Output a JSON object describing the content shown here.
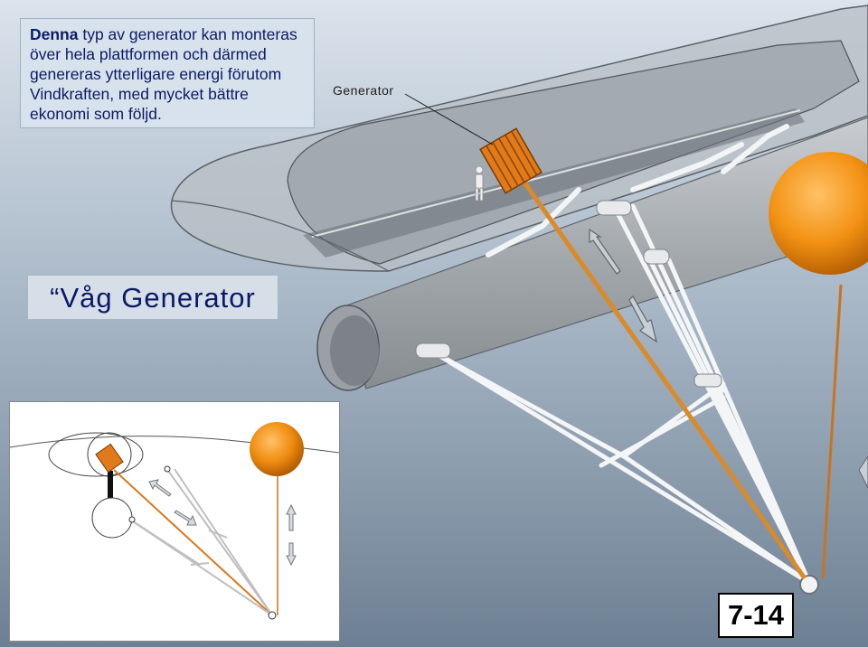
{
  "info_text": {
    "lead": "Denna",
    "rest": " typ av generator kan monteras över hela plattformen och därmed genereras ytterligare energi förutom Vindkraften, med mycket bättre ekonomi som följd."
  },
  "title": "“Våg Generator",
  "generator_label": "Generator",
  "page_number": "7-14",
  "colors": {
    "background_top": "#d7e0ea",
    "background_bottom": "#6f8294",
    "float_orange": "#f08c10",
    "generator_orange": "#d9781e",
    "text_navy": "#0b1a66"
  }
}
